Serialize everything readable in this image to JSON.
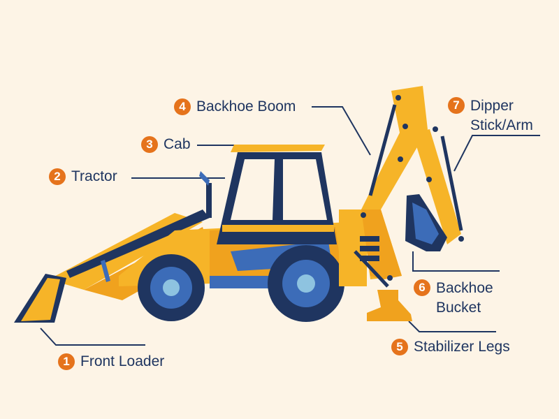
{
  "colors": {
    "background": "#fdf4e6",
    "navy": "#1f3560",
    "orange": "#e5731c",
    "yellow": "#f6b428",
    "blue": "#3c6cb8"
  },
  "labels": [
    {
      "number": "1",
      "text": "Front Loader"
    },
    {
      "number": "2",
      "text": "Tractor"
    },
    {
      "number": "3",
      "text": "Cab"
    },
    {
      "number": "4",
      "text": "Backhoe Boom"
    },
    {
      "number": "5",
      "text": "Stabilizer Legs"
    },
    {
      "number": "6",
      "text": "Backhoe\nBucket"
    },
    {
      "number": "7",
      "text": "Dipper\nStick/Arm"
    }
  ]
}
